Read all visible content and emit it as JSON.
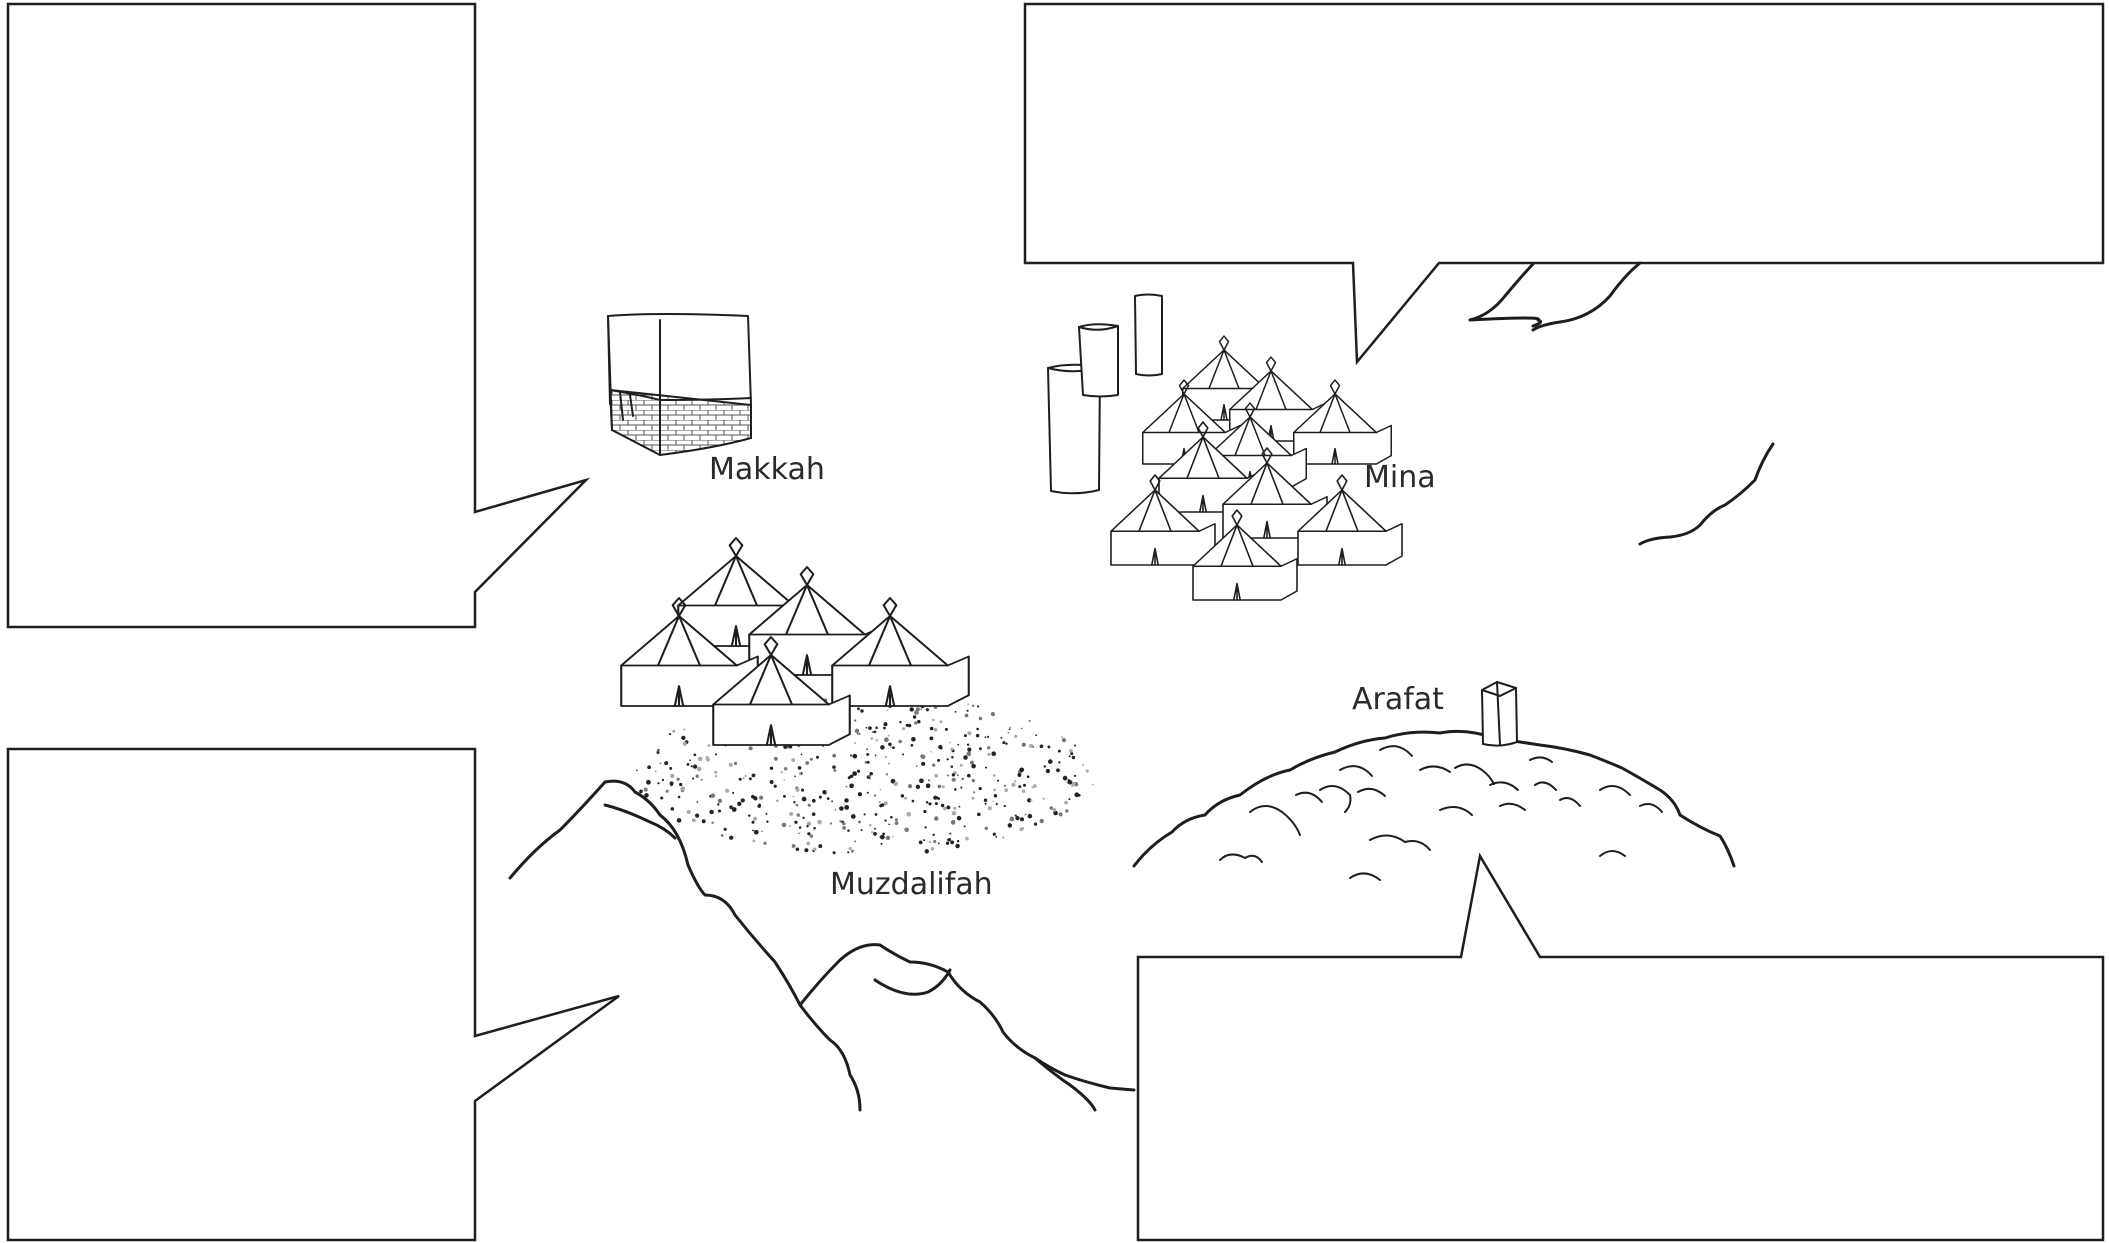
{
  "places": {
    "makkah": "Makkah",
    "mina": "Mina",
    "muzdalifah": "Muzdalifah",
    "arafat": "Arafat"
  },
  "speech_bubbles": [
    {
      "id": "top-left",
      "text": ""
    },
    {
      "id": "top-right",
      "text": ""
    },
    {
      "id": "bottom-left",
      "text": ""
    },
    {
      "id": "bottom-right",
      "text": ""
    }
  ],
  "colors": {
    "ink": "#1e1e1e",
    "background": "#ffffff"
  }
}
